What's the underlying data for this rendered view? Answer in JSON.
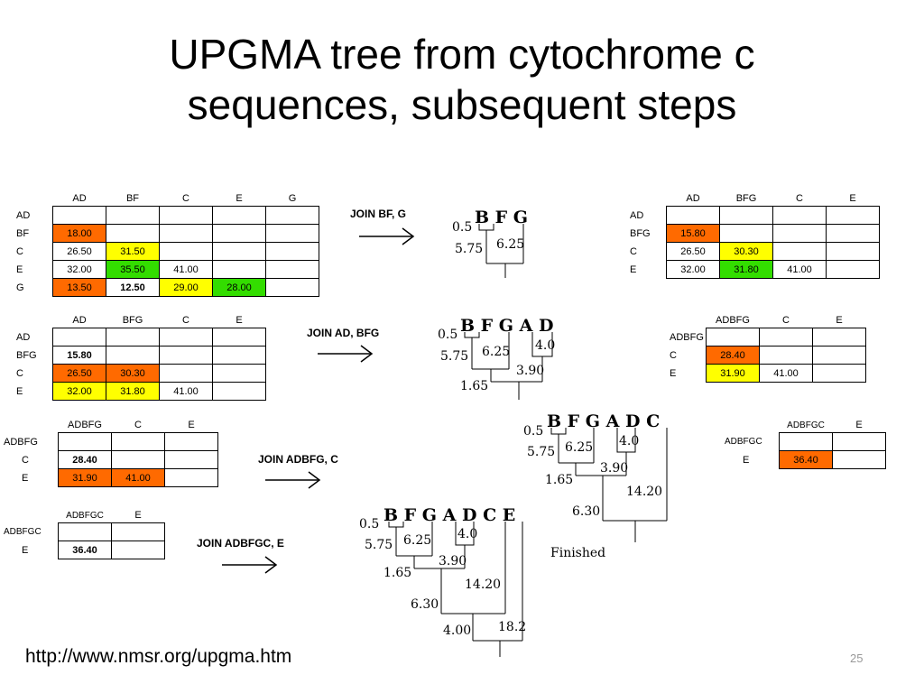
{
  "slide": {
    "title_line1": "UPGMA tree from cytochrome c",
    "title_line2": "sequences, subsequent steps",
    "url": "http://www.nmsr.org/upgma.htm",
    "page_number": "25"
  },
  "matrices": {
    "m1": {
      "cols": [
        "AD",
        "BF",
        "C",
        "E",
        "G"
      ],
      "rows": [
        "AD",
        "BF",
        "C",
        "E",
        "G"
      ],
      "cells": [
        [
          "",
          "",
          "",
          "",
          ""
        ],
        [
          "18.00",
          "",
          "",
          "",
          ""
        ],
        [
          "26.50",
          "31.50",
          "",
          "",
          ""
        ],
        [
          "32.00",
          "35.50",
          "41.00",
          "",
          ""
        ],
        [
          "13.50",
          "12.50",
          "29.00",
          "28.00",
          ""
        ]
      ]
    },
    "m2": {
      "cols": [
        "AD",
        "BFG",
        "C",
        "E"
      ],
      "rows": [
        "AD",
        "BFG",
        "C",
        "E"
      ],
      "cells": [
        [
          "",
          "",
          "",
          ""
        ],
        [
          "15.80",
          "",
          "",
          ""
        ],
        [
          "26.50",
          "30.30",
          "",
          ""
        ],
        [
          "32.00",
          "31.80",
          "41.00",
          ""
        ]
      ]
    },
    "m3": {
      "cols": [
        "AD",
        "BFG",
        "C",
        "E"
      ],
      "rows": [
        "AD",
        "BFG",
        "C",
        "E"
      ],
      "cells": [
        [
          "",
          "",
          "",
          ""
        ],
        [
          "15.80",
          "",
          "",
          ""
        ],
        [
          "26.50",
          "30.30",
          "",
          ""
        ],
        [
          "32.00",
          "31.80",
          "41.00",
          ""
        ]
      ]
    },
    "m4": {
      "cols": [
        "ADBFG",
        "C",
        "E"
      ],
      "rows": [
        "ADBFG",
        "C",
        "E"
      ],
      "cells": [
        [
          "",
          "",
          ""
        ],
        [
          "28.40",
          "",
          ""
        ],
        [
          "31.90",
          "41.00",
          ""
        ]
      ]
    },
    "m5": {
      "cols": [
        "ADBFG",
        "C",
        "E"
      ],
      "rows": [
        "ADBFG",
        "C",
        "E"
      ],
      "cells": [
        [
          "",
          "",
          ""
        ],
        [
          "28.40",
          "",
          ""
        ],
        [
          "31.90",
          "41.00",
          ""
        ]
      ]
    },
    "m6": {
      "cols": [
        "ADBFGC",
        "E"
      ],
      "rows": [
        "ADBFGC",
        "E"
      ],
      "cells": [
        [
          "",
          ""
        ],
        [
          "36.40",
          ""
        ]
      ]
    },
    "m7": {
      "cols": [
        "ADBFGC",
        "E"
      ],
      "rows": [
        "ADBFGC",
        "E"
      ],
      "cells": [
        [
          "",
          ""
        ],
        [
          "36.40",
          ""
        ]
      ]
    }
  },
  "joins": {
    "j1": "JOIN BF, G",
    "j2": "JOIN AD, BFG",
    "j3": "JOIN ADBFG, C",
    "j4": "JOIN ADBFGC, E"
  },
  "trees": {
    "t1": {
      "leaves": "B F G",
      "labels": [
        "0.5",
        "5.75",
        "6.25"
      ]
    },
    "t2": {
      "leaves": "B F G A D",
      "labels": [
        "0.5",
        "5.75",
        "6.25",
        "4.0",
        "3.90",
        "1.65"
      ]
    },
    "t3": {
      "leaves": "B F G A D C",
      "labels": [
        "0.5",
        "5.75",
        "6.25",
        "4.0",
        "3.90",
        "1.65",
        "14.20",
        "6.30"
      ]
    },
    "t4": {
      "leaves": "B F G A D C E",
      "labels": [
        "0.5",
        "5.75",
        "6.25",
        "4.0",
        "3.90",
        "1.65",
        "14.20",
        "6.30",
        "4.00",
        "18.2"
      ]
    }
  },
  "finished_label": "Finished",
  "colors": {
    "orange": "#ff6a00",
    "yellow": "#ffff00",
    "green": "#33dd00"
  }
}
